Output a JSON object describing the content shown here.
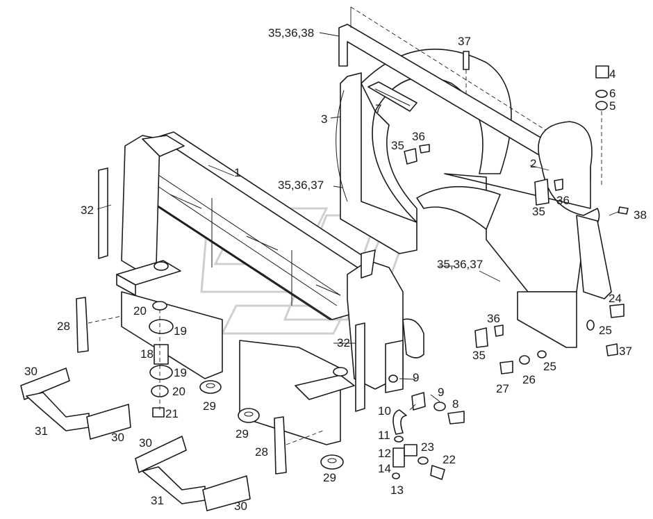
{
  "labels": {
    "l_353638": "35,36,38",
    "l_37_top": "37",
    "l_4": "4",
    "l_6": "6",
    "l_5": "5",
    "l_7": "7",
    "l_3": "3",
    "l_36_a": "36",
    "l_35_a": "35",
    "l_2": "2",
    "l_1": "1",
    "l_353637_a": "35,36,37",
    "l_35_b": "35",
    "l_36_b": "36",
    "l_38": "38",
    "l_32_left": "32",
    "l_353637_b": "35,36,37",
    "l_24": "24",
    "l_36_c": "36",
    "l_25_a": "25",
    "l_20_a": "20",
    "l_19_a": "19",
    "l_28_left": "28",
    "l_18": "18",
    "l_32_right": "32",
    "l_37_right": "37",
    "l_35_c": "35",
    "l_25_b": "25",
    "l_26": "26",
    "l_27": "27",
    "l_19_b": "19",
    "l_30_a": "30",
    "l_20_b": "20",
    "l_9_a": "9",
    "l_9_b": "9",
    "l_29_a": "29",
    "l_8": "8",
    "l_21": "21",
    "l_10": "10",
    "l_31_a": "31",
    "l_30_b": "30",
    "l_29_b": "29",
    "l_11": "11",
    "l_30_c": "30",
    "l_23": "23",
    "l_28_right": "28",
    "l_12": "12",
    "l_22": "22",
    "l_14": "14",
    "l_29_c": "29",
    "l_31_b": "31",
    "l_13": "13",
    "l_30_d": "30"
  }
}
